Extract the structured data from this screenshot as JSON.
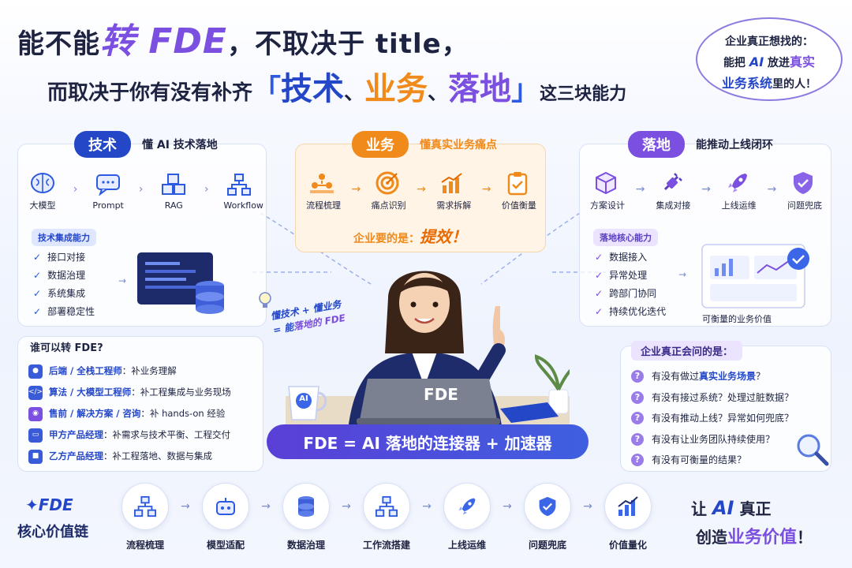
{
  "header": {
    "line1_pre": "能不能",
    "line1_hl": "转 FDE",
    "line1_post": "，不取决于 title，",
    "line2_pre": "而取决于你有没有补齐",
    "lq": "「",
    "b1": "技术",
    "sep1": "、",
    "b2": "业务",
    "sep2": "、",
    "b3": "落地",
    "rq": "」",
    "line2_post": "这三块能力"
  },
  "bubble": {
    "l1": "企业真正想找的：",
    "l2a": "能把 ",
    "l2b": "AI",
    "l2c": " 放进",
    "l2d": "真实",
    "l3a": "业务系统",
    "l3b": "里的人！"
  },
  "tech": {
    "title": "技术",
    "subtitle": "懂 AI 技术落地",
    "icons": [
      {
        "label": "大模型",
        "icon": "brain-icon"
      },
      {
        "label": "Prompt",
        "icon": "chat-icon"
      },
      {
        "label": "RAG",
        "icon": "cubes-icon"
      },
      {
        "label": "Workflow",
        "icon": "workflow-icon"
      }
    ],
    "cap_title": "技术集成能力",
    "caps": [
      "接口对接",
      "数据治理",
      "系统集成",
      "部署稳定性"
    ]
  },
  "biz": {
    "title": "业务",
    "subtitle": "懂真实业务痛点",
    "icons": [
      {
        "label": "流程梳理",
        "icon": "people-icon"
      },
      {
        "label": "痛点识别",
        "icon": "target-icon"
      },
      {
        "label": "需求拆解",
        "icon": "chart-icon"
      },
      {
        "label": "价值衡量",
        "icon": "clipboard-icon"
      }
    ],
    "slogan_pre": "企业要的是：",
    "slogan_hl": "提效！"
  },
  "land": {
    "title": "落地",
    "subtitle": "能推动上线闭环",
    "icons": [
      {
        "label": "方案设计",
        "icon": "cube-icon"
      },
      {
        "label": "集成对接",
        "icon": "plug-icon"
      },
      {
        "label": "上线运维",
        "icon": "rocket-icon"
      },
      {
        "label": "问题兜底",
        "icon": "shield-icon"
      }
    ],
    "cap_title": "落地核心能力",
    "caps": [
      "数据接入",
      "异常处理",
      "跨部门协同",
      "持续优化迭代"
    ],
    "value_label": "可衡量的业务价值"
  },
  "center": {
    "note1": "懂技术 + 懂业务",
    "note2a": "= 能",
    "note2b": "落地的",
    "note2c": " FDE",
    "laptop": "FDE",
    "mug": "AI",
    "banner": "FDE = AI 落地的连接器 + 加速器"
  },
  "who": {
    "title": "谁可以转 FDE?",
    "rows": [
      {
        "role": "后端 / 全栈工程师",
        "desc": "：补业务理解"
      },
      {
        "role": "算法 / 大模型工程师",
        "desc": "：补工程集成与业务现场"
      },
      {
        "role": "售前 / 解决方案 / 咨询",
        "desc": "：补 hands-on 经验"
      },
      {
        "role": "甲方产品经理",
        "desc": "：补需求与技术平衡、工程交付"
      },
      {
        "role": "乙方产品经理",
        "desc": "：补工程落地、数据与集成"
      }
    ]
  },
  "ask": {
    "title": "企业真正会问的是：",
    "rows": [
      {
        "a": "有没有做过",
        "b": "真实业务场景",
        "c": "？"
      },
      {
        "a": "有没有接过系统？处理过脏数据？",
        "b": "",
        "c": ""
      },
      {
        "a": "有没有推动上线？异常如何兜底？",
        "b": "",
        "c": ""
      },
      {
        "a": "有没有让业务团队持续使用？",
        "b": "",
        "c": ""
      },
      {
        "a": "有没有可衡量的结果？",
        "b": "",
        "c": ""
      }
    ]
  },
  "chain": {
    "logo": "FDE",
    "title": "核心价值链",
    "steps": [
      {
        "label": "流程梳理",
        "icon": "flow-icon"
      },
      {
        "label": "模型适配",
        "icon": "robot-icon"
      },
      {
        "label": "数据治理",
        "icon": "database-icon"
      },
      {
        "label": "工作流搭建",
        "icon": "workflow-icon"
      },
      {
        "label": "上线运维",
        "icon": "rocket-icon"
      },
      {
        "label": "问题兜底",
        "icon": "shield-icon"
      },
      {
        "label": "价值量化",
        "icon": "bar-chart-icon"
      }
    ],
    "final_a": "让 ",
    "final_b": "AI",
    "final_c": " 真正",
    "final_d": "创造",
    "final_e": "业务价值",
    "final_f": "！"
  },
  "colors": {
    "blue": "#2447c8",
    "orange": "#f08a1a",
    "purple": "#7b4fe0"
  }
}
